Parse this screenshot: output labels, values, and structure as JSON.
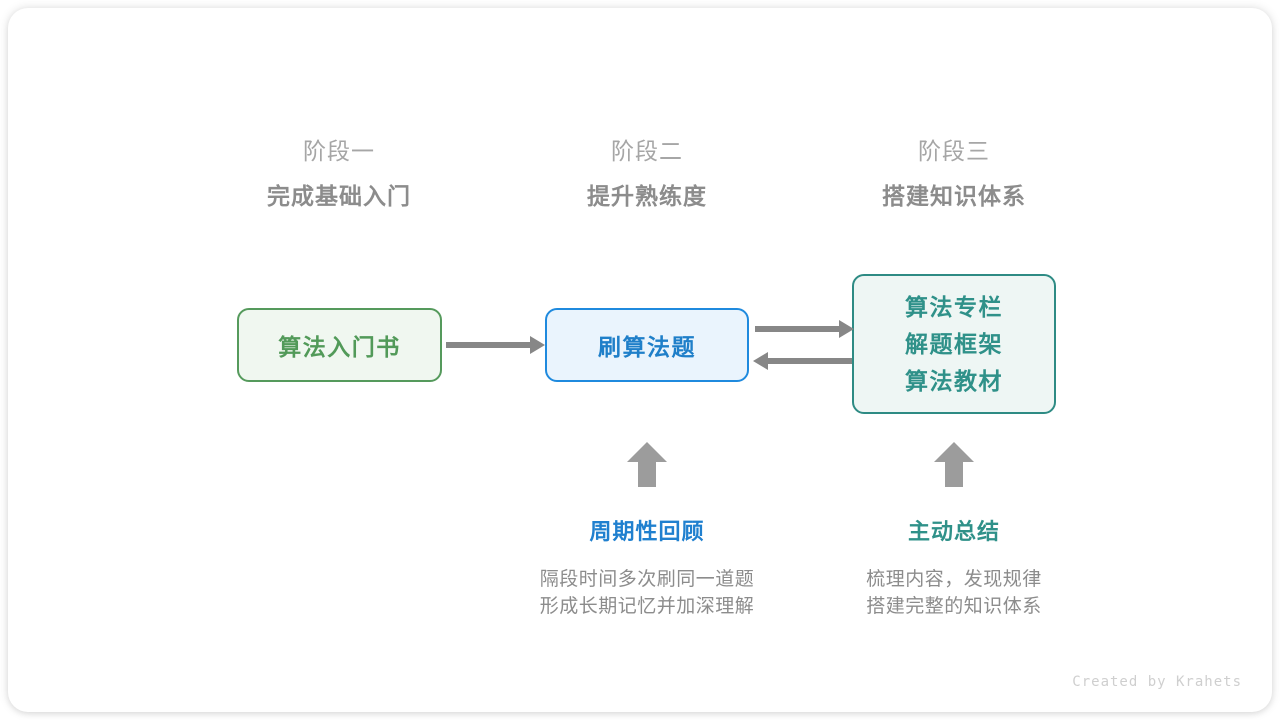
{
  "diagram": {
    "stages": [
      {
        "index_label": "阶段一",
        "title": "完成基础入门"
      },
      {
        "index_label": "阶段二",
        "title": "提升熟练度"
      },
      {
        "index_label": "阶段三",
        "title": "搭建知识体系"
      }
    ],
    "nodes": {
      "book": {
        "label": "算法入门书",
        "border_color": "#559a5c",
        "fill_color": "#f0f7f0",
        "text_color": "#529a59"
      },
      "practice": {
        "label": "刷算法题",
        "border_color": "#1f8ade",
        "fill_color": "#eaf4fd",
        "text_color": "#1f7fc9"
      },
      "system": {
        "line1": "算法专栏",
        "line2": "解题框架",
        "line3": "算法教材",
        "border_color": "#2e8b84",
        "fill_color": "#eef6f4",
        "text_color": "#2f9189"
      }
    },
    "annotations": [
      {
        "title": "周期性回顾",
        "desc_line1": "隔段时间多次刷同一道题",
        "desc_line2": "形成长期记忆并加深理解",
        "color": "#2080cf"
      },
      {
        "title": "主动总结",
        "desc_line1": "梳理内容，发现规律",
        "desc_line2": "搭建完整的知识体系",
        "color": "#2f9189"
      }
    ],
    "arrow_color": "#878787",
    "credit": "Created by Krahets"
  }
}
